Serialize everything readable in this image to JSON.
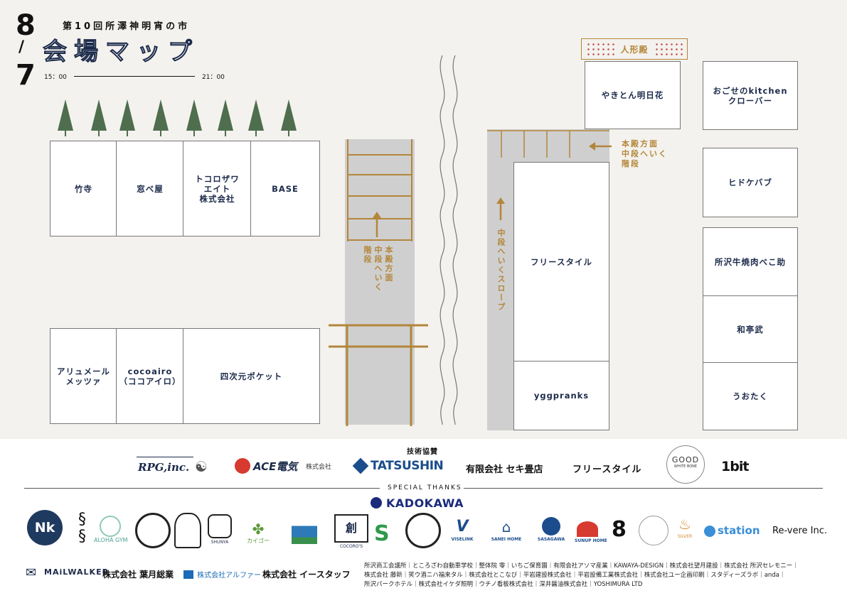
{
  "header": {
    "date_month": "8",
    "date_slash": "/",
    "date_day": "7",
    "event_name": "第10回所澤神明宵の市",
    "map_title": "会場マップ",
    "time_start": "15：00",
    "time_end": "21：00"
  },
  "booths": {
    "takedera": "竹寺",
    "madobeya": "窓べ屋",
    "tokorozawa_eight": "トコロザワ\nエイト\n株式会社",
    "base": "BASE",
    "alumeal": "アリュメール\nメッツァ",
    "cocoairo": "cocoairo\n（ココアイロ）",
    "yojigen": "四次元ポケット",
    "ningyoden": "人形殿",
    "yakiton": "やきとん明日花",
    "okose": "おごせのkitchen\nクローバー",
    "hidokebab": "ヒドケバブ",
    "gyuyakiniku": "所沢牛焼肉べこ助",
    "wateibu": "和亭武",
    "uotaku": "うおたく",
    "freestyle": "フリースタイル",
    "yggpranks": "yggpranks"
  },
  "directions": {
    "stairs_right": "本殿方面\n中段へいく\n階段",
    "stairs_center_col1": "本殿方面",
    "stairs_center_col2": "中段へいく",
    "stairs_center_col3": "階段",
    "slope": "中段へいくスロープ"
  },
  "sponsors": {
    "heading": "技術協賛",
    "rpg": "RPG,inc.",
    "ace": "ACE電気",
    "ace_suffix": "株式会社",
    "tatsushin": "TATSUSHIN",
    "seki": "有限会社 セキ畳店",
    "freestyle": "フリースタイル",
    "good": "GOOD",
    "good_sub": "WHITE BONE",
    "onebit": "1bit"
  },
  "special_thanks": {
    "heading": "SPECIAL THANKS",
    "kadokawa": "KADOKAWA",
    "logos": [
      "Nk",
      "ALOHA GYM",
      "SHUNYA",
      "カイゴー",
      "COCORO'S",
      "VISELINK",
      "SANEI HOME",
      "SASAGAWA",
      "SUNUP HOME",
      "8",
      "SILVER",
      "station",
      "Re-vere Inc."
    ],
    "mailwalker": "MAiLWALKER",
    "hazuki": "株式会社 葉月総業",
    "alpha": "株式会社アルファー",
    "eastaff": "株式会社 イースタッフ",
    "text_lines": [
      "所沢商工会議所｜ところざわ自動車学校｜整体院 零｜いちご保育園｜有限会社アソマ産業｜KAWAYA-DESIGN｜株式会社望月建設｜株式会社 所沢セレモニー｜",
      "株式会社 藤新｜笑ウ酒ニハ福来タル｜株式会社とこなび｜平岩建設株式会社｜平岩設備工業株式会社｜株式会社ユー企画印刷｜スタディーズラボ｜anda｜",
      "所沢パークホテル｜株式会社イケダ照明｜ウチノ看板株式会社｜深井醤油株式会社｜YOSHIMURA LTD"
    ]
  },
  "colors": {
    "navy": "#1b2a4a",
    "gold": "#b3863a",
    "road_gray": "#cfcfcf",
    "tree_green": "#4e6e4e",
    "background": "#f4f2ee"
  }
}
